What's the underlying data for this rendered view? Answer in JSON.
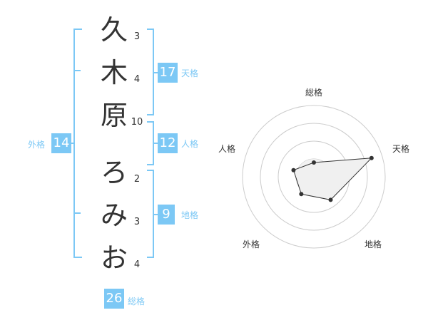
{
  "name": {
    "chars": [
      {
        "char": "久",
        "strokes": "3"
      },
      {
        "char": "木",
        "strokes": "4"
      },
      {
        "char": "原",
        "strokes": "10"
      },
      {
        "char": "ろ",
        "strokes": "2"
      },
      {
        "char": "み",
        "strokes": "3"
      },
      {
        "char": "お",
        "strokes": "4"
      }
    ]
  },
  "scores": {
    "tenkaku": {
      "value": "17",
      "label": "天格"
    },
    "jinkaku": {
      "value": "12",
      "label": "人格"
    },
    "chikaku": {
      "value": "9",
      "label": "地格"
    },
    "gaikaku": {
      "value": "14",
      "label": "外格"
    },
    "soukaku": {
      "value": "26",
      "label": "総格"
    }
  },
  "radar": {
    "axes": [
      "総格",
      "天格",
      "地格",
      "外格",
      "人格"
    ],
    "levels": [
      0.2,
      0.85,
      0.4,
      0.3,
      0.3
    ],
    "ring_count": 4,
    "fill_color": "#f0f0f0",
    "line_color": "#333333",
    "ring_color": "#cccccc"
  },
  "colors": {
    "accent": "#7cc8f5",
    "text": "#333333"
  }
}
